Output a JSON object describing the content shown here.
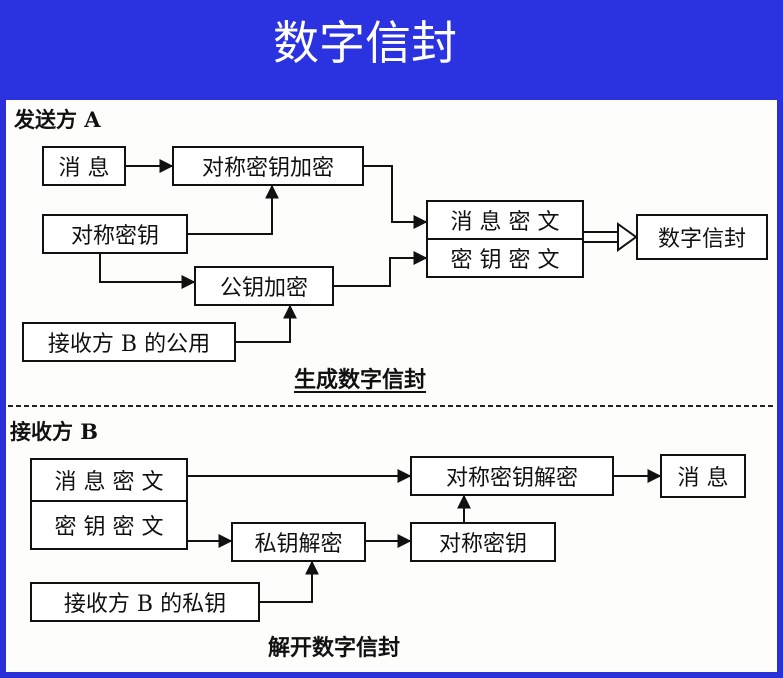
{
  "title": "数字信封",
  "sender": {
    "label": "发送方 A",
    "boxes": {
      "message": "消 息",
      "sym_encrypt": "对称密钥加密",
      "sym_key": "对称密钥",
      "pub_encrypt": "公钥加密",
      "receiver_pub": "接收方 B 的公用",
      "cipher_msg": "消 息 密 文",
      "cipher_key": "密 钥 密 文",
      "envelope": "数字信封"
    },
    "caption": "生成数字信封"
  },
  "receiver": {
    "label": "接收方 B",
    "boxes": {
      "cipher_msg": "消 息 密 文",
      "cipher_key": "密 钥 密 文",
      "priv_decrypt": "私钥解密",
      "sym_decrypt": "对称密钥解密",
      "sym_key": "对称密钥",
      "message": "消 息",
      "receiver_priv": "接收方 B 的私钥"
    },
    "caption": "解开数字信封"
  }
}
